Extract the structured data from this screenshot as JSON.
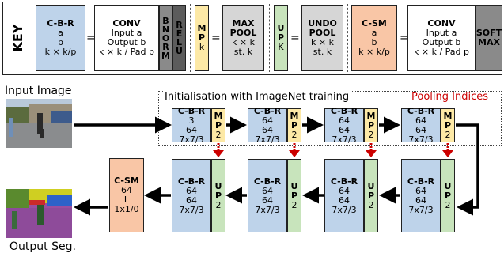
{
  "key": {
    "title": "KEY",
    "cbr": {
      "title": "C-B-R",
      "l1": "a",
      "l2": "b",
      "l3": "k × k/p"
    },
    "conv": {
      "title": "CONV",
      "l1": "Input a",
      "l2": "Output b",
      "l3": "k × k / Pad p"
    },
    "bnorm": [
      "B",
      "N",
      "O",
      "R",
      "M"
    ],
    "relu": [
      "R",
      "E",
      "L",
      "U"
    ],
    "mp": {
      "title": [
        "M",
        "P"
      ],
      "l1": "k"
    },
    "maxpool": {
      "title1": "MAX",
      "title2": "POOL",
      "l1": "k × k",
      "l2": "st. k"
    },
    "up": {
      "title": [
        "U",
        "P"
      ],
      "l1": "K"
    },
    "undopool": {
      "title1": "UNDO",
      "title2": "POOL",
      "l1": "k × k",
      "l2": "st. k"
    },
    "csm": {
      "title": "C-SM",
      "l1": "a",
      "l2": "b",
      "l3": "k × k/p"
    },
    "conv2": {
      "title": "CONV",
      "l1": "Input a",
      "l2": "Output b",
      "l3": "k × k / Pad p"
    },
    "softmax": {
      "t1": "SOFT",
      "t2": "MAX"
    },
    "eq": "="
  },
  "captions": {
    "input": "Input Image",
    "output": "Output Seg.",
    "init": "Initialisation with ImageNet training",
    "pooling": "Pooling Indices"
  },
  "encoder": [
    {
      "title": "C-B-R",
      "l1": "3",
      "l2": "64",
      "l3": "7x7/3",
      "side": [
        "M",
        "P"
      ],
      "side_val": "2"
    },
    {
      "title": "C-B-R",
      "l1": "64",
      "l2": "64",
      "l3": "7x7/3",
      "side": [
        "M",
        "P"
      ],
      "side_val": "2"
    },
    {
      "title": "C-B-R",
      "l1": "64",
      "l2": "64",
      "l3": "7x7/3",
      "side": [
        "M",
        "P"
      ],
      "side_val": "2"
    },
    {
      "title": "C-B-R",
      "l1": "64",
      "l2": "64",
      "l3": "7x7/3",
      "side": [
        "M",
        "P"
      ],
      "side_val": "2"
    }
  ],
  "decoder": [
    {
      "title": "C-B-R",
      "l1": "64",
      "l2": "64",
      "l3": "7x7/3",
      "side": [
        "U",
        "P"
      ],
      "side_val": "2"
    },
    {
      "title": "C-B-R",
      "l1": "64",
      "l2": "64",
      "l3": "7x7/3",
      "side": [
        "U",
        "P"
      ],
      "side_val": "2"
    },
    {
      "title": "C-B-R",
      "l1": "64",
      "l2": "64",
      "l3": "7x7/3",
      "side": [
        "U",
        "P"
      ],
      "side_val": "2"
    },
    {
      "title": "C-B-R",
      "l1": "64",
      "l2": "64",
      "l3": "7x7/3",
      "side": [
        "U",
        "P"
      ],
      "side_val": "2"
    }
  ],
  "csm_out": {
    "title": "C-SM",
    "l1": "64",
    "l2": "L",
    "l3": "1x1/0"
  },
  "colors": {
    "cbr": "#bed3ea",
    "mp": "#fde9a6",
    "up": "#c8e4bc",
    "csm": "#f9c6a6",
    "pool_arrow": "#cc0000"
  }
}
